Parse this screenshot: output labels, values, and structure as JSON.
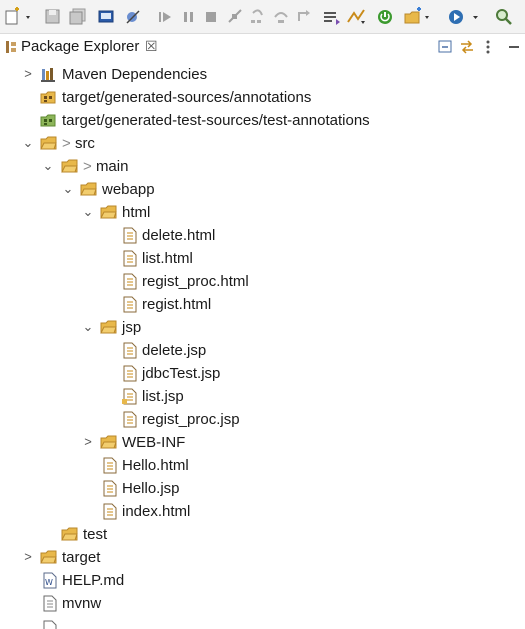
{
  "view": {
    "title": "Package Explorer",
    "close_glyph": "☒"
  },
  "toolbar": {
    "icons": [
      "new-wizard-icon",
      "save-icon",
      "save-all-icon",
      "open-console-icon",
      "skip-breakpoints-icon",
      "resume-icon",
      "suspend-icon",
      "terminate-icon",
      "disconnect-icon",
      "step-into-icon",
      "step-over-icon",
      "step-return-icon",
      "drop-to-frame-icon",
      "use-step-filters-icon",
      "spring-boot-icon",
      "new-java-project-icon",
      "run-icon",
      "search-icon"
    ]
  },
  "tree": {
    "items": [
      {
        "name": "maven-dependencies",
        "label": "Maven Dependencies",
        "twisty": ">",
        "icon": "library-icon"
      },
      {
        "name": "generated-sources-annotations",
        "label": "target/generated-sources/annotations",
        "twisty": "",
        "icon": "source-folder-icon"
      },
      {
        "name": "generated-test-sources-test-annotations",
        "label": "target/generated-test-sources/test-annotations",
        "twisty": "",
        "icon": "source-folder-icon"
      },
      {
        "name": "src",
        "label": "src",
        "twisty": "v",
        "icon": "folder-icon",
        "decoration": ">"
      },
      {
        "name": "main",
        "label": "main",
        "twisty": "v",
        "icon": "folder-icon",
        "decoration": ">"
      },
      {
        "name": "webapp",
        "label": "webapp",
        "twisty": "v",
        "icon": "folder-icon"
      },
      {
        "name": "html",
        "label": "html",
        "twisty": "v",
        "icon": "folder-icon"
      },
      {
        "name": "delete-html",
        "label": "delete.html",
        "twisty": "",
        "icon": "file-icon"
      },
      {
        "name": "list-html",
        "label": "list.html",
        "twisty": "",
        "icon": "file-icon"
      },
      {
        "name": "regist-proc-html",
        "label": "regist_proc.html",
        "twisty": "",
        "icon": "file-icon"
      },
      {
        "name": "regist-html",
        "label": "regist.html",
        "twisty": "",
        "icon": "file-icon"
      },
      {
        "name": "jsp",
        "label": "jsp",
        "twisty": "v",
        "icon": "folder-icon"
      },
      {
        "name": "delete-jsp",
        "label": "delete.jsp",
        "twisty": "",
        "icon": "file-icon"
      },
      {
        "name": "jdbctest-jsp",
        "label": "jdbcTest.jsp",
        "twisty": "",
        "icon": "file-icon"
      },
      {
        "name": "list-jsp",
        "label": "list.jsp",
        "twisty": "",
        "icon": "file-icon"
      },
      {
        "name": "regist-proc-jsp",
        "label": "regist_proc.jsp",
        "twisty": "",
        "icon": "file-icon"
      },
      {
        "name": "web-inf",
        "label": "WEB-INF",
        "twisty": ">",
        "icon": "folder-icon"
      },
      {
        "name": "hello-html",
        "label": "Hello.html",
        "twisty": "",
        "icon": "file-icon"
      },
      {
        "name": "hello-jsp",
        "label": "Hello.jsp",
        "twisty": "",
        "icon": "file-icon"
      },
      {
        "name": "index-html",
        "label": "index.html",
        "twisty": "",
        "icon": "file-icon"
      },
      {
        "name": "test",
        "label": "test",
        "twisty": "",
        "icon": "folder-icon"
      },
      {
        "name": "target",
        "label": "target",
        "twisty": ">",
        "icon": "folder-icon"
      },
      {
        "name": "help-md",
        "label": "HELP.md",
        "twisty": "",
        "icon": "markdown-file-icon"
      },
      {
        "name": "mvnw",
        "label": "mvnw",
        "twisty": "",
        "icon": "file-icon"
      }
    ]
  },
  "colors": {
    "folder": "#e8b84a",
    "folder_dark": "#b9872a",
    "selection": "#ffffff",
    "toolbar_bg": "#f3f3f3"
  }
}
